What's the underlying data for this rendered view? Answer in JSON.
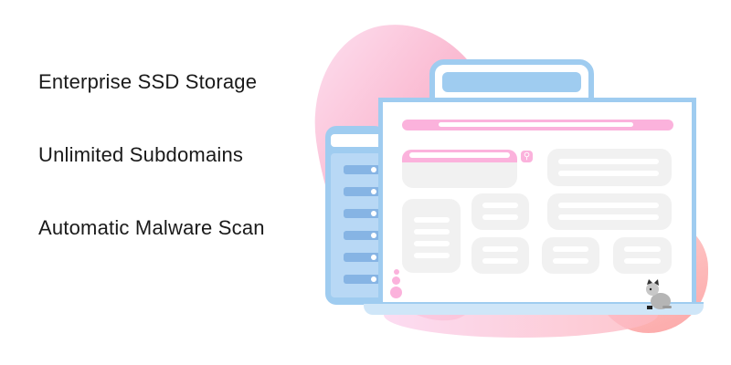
{
  "features": [
    {
      "label": "Enterprise SSD Storage"
    },
    {
      "label": "Unlimited Subdomains"
    },
    {
      "label": "Automatic Malware Scan"
    }
  ],
  "illustration": {
    "colors": {
      "blue": "#9fccf0",
      "pink": "#fbb2dc",
      "card": "#f1f1f1"
    },
    "icons": [
      "search-icon",
      "server-icon",
      "cat-mascot"
    ]
  }
}
